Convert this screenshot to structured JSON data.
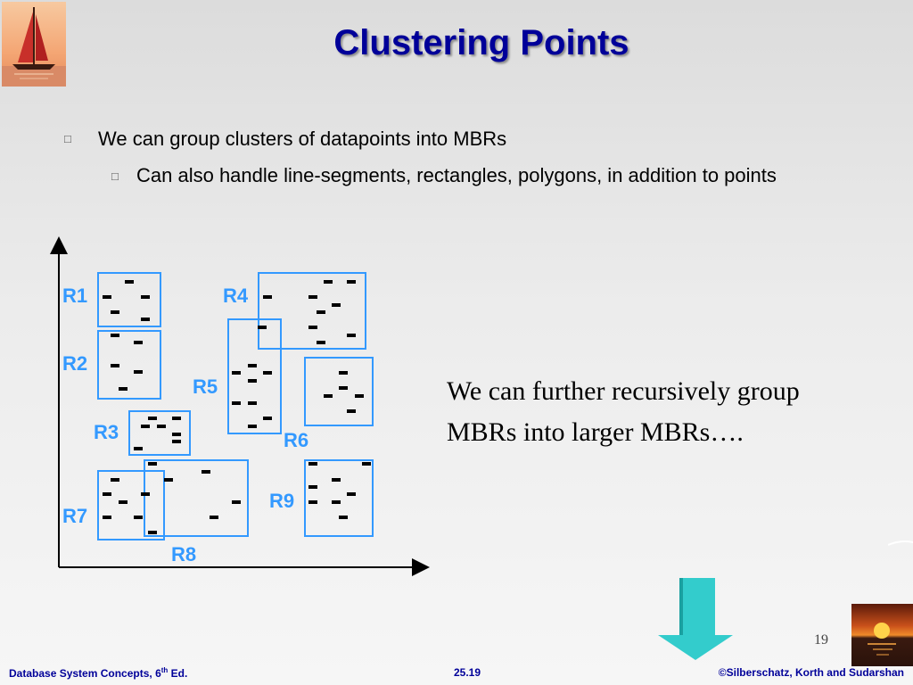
{
  "slide": {
    "title": "Clustering Points",
    "bullets": [
      {
        "text": "We can group clusters of datapoints into MBRs",
        "level": 1
      },
      {
        "text": "Can also handle line-segments, rectangles, polygons, in addition to points",
        "level": 2
      }
    ],
    "side_note": "We can further recursively group MBRs into larger MBRs….",
    "page_number": "19"
  },
  "diagram": {
    "regions": [
      "R1",
      "R2",
      "R3",
      "R4",
      "R5",
      "R6",
      "R7",
      "R8",
      "R9"
    ],
    "colors": {
      "rectangle": "#3399ff",
      "label": "#3399ff",
      "point": "#000000",
      "arrow": "#33cccc"
    },
    "icons": [
      "sailboat-logo-icon",
      "sunset-icon",
      "down-arrow-icon"
    ]
  },
  "footer": {
    "book": "Database System Concepts, 6",
    "book_sup": "th",
    "book_suffix": " Ed.",
    "slide_ref": "25.19",
    "copyright": "©Silberschatz, Korth and Sudarshan"
  }
}
